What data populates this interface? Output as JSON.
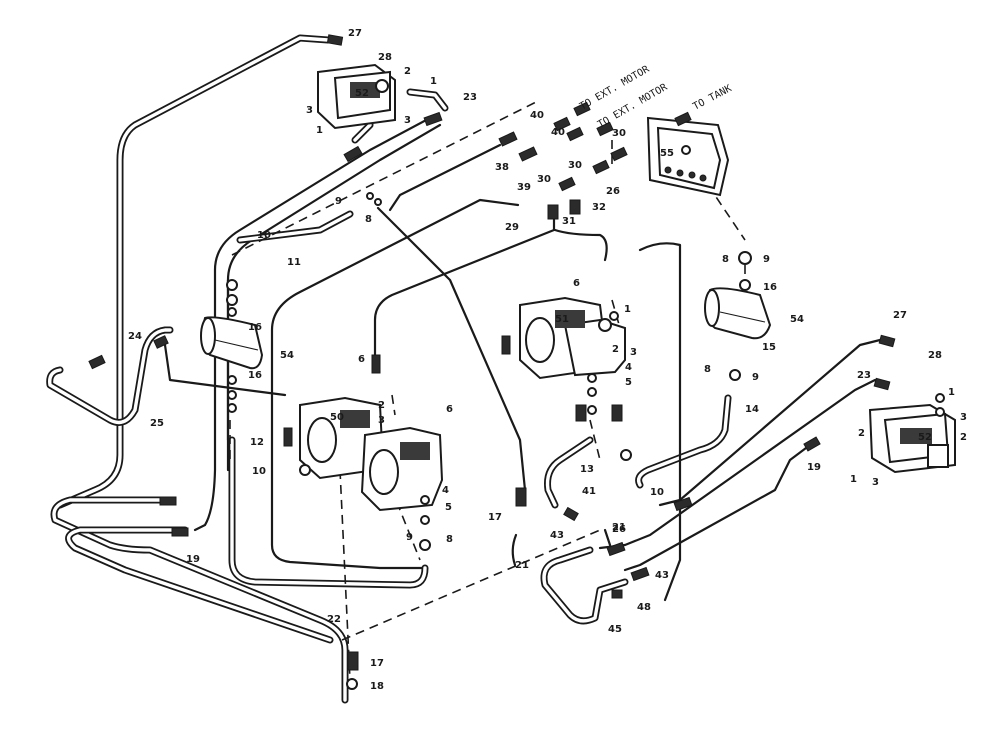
{
  "annotations": {
    "ext_motor_1": "TO EXT. MOTOR",
    "ext_motor_2": "TO EXT. MOTOR",
    "tank": "TO TANK"
  },
  "part_labels": {
    "p27a": "27",
    "p28a": "28",
    "p1a": "1",
    "p2a": "2",
    "p52a": "52",
    "p23a": "23",
    "p3a": "3",
    "p3b": "3",
    "p1b": "1",
    "p40a": "40",
    "p40b": "40",
    "p38": "38",
    "p39": "39",
    "p30a": "30",
    "p30b": "30",
    "p30c": "30",
    "p26a": "26",
    "p55": "55",
    "p31": "31",
    "p32": "32",
    "p29": "29",
    "p9a": "9",
    "p8a": "8",
    "p10a": "10",
    "p11": "11",
    "p8b": "8",
    "p9b": "9",
    "p16a": "16",
    "p54a": "54",
    "p6a": "6",
    "p51": "51",
    "p1c": "1",
    "p2c": "2",
    "p3c": "3",
    "p15": "15",
    "p4a": "4",
    "p5a": "5",
    "p14": "14",
    "p8c": "8",
    "p9c": "9",
    "p24": "24",
    "p25": "25",
    "p16b": "16",
    "p16c": "16",
    "p54b": "54",
    "p50": "50",
    "p6b": "6",
    "p6c": "6",
    "p2d": "2",
    "p3d": "3",
    "p12": "12",
    "p10b": "10",
    "p4b": "4",
    "p5b": "5",
    "p9d": "9",
    "p8d": "8",
    "p13": "13",
    "p10c": "10",
    "p41": "41",
    "p26b": "26",
    "p21a": "21",
    "p43a": "43",
    "p43b": "43",
    "p48": "48",
    "p45": "45",
    "p17a": "17",
    "p21b": "21",
    "p19a": "19",
    "p22": "22",
    "p17b": "17",
    "p18": "18",
    "p27b": "27",
    "p28b": "28",
    "p23b": "23",
    "p1d": "1",
    "p3e": "3",
    "p52b": "52",
    "p2e": "2",
    "p19b": "19",
    "p1e": "1",
    "p3f": "3",
    "p2f": "2"
  }
}
